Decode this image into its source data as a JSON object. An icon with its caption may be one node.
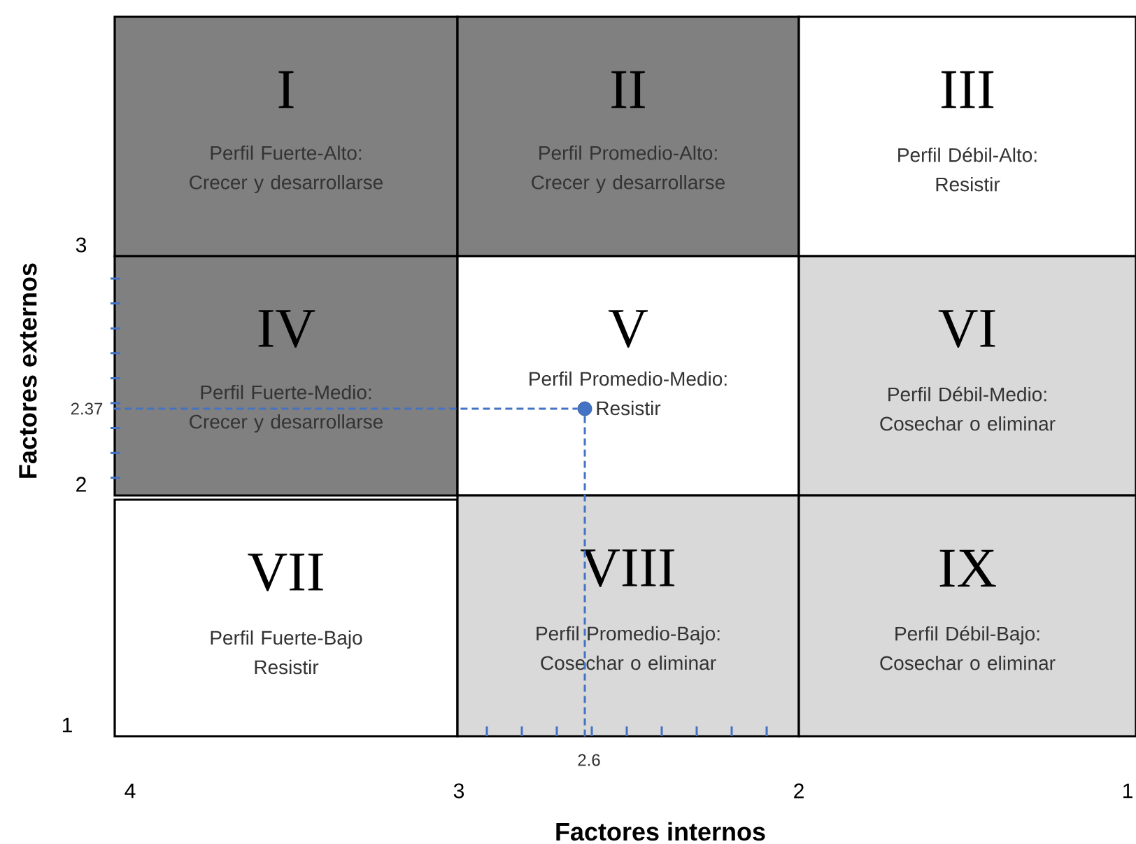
{
  "diagram": {
    "nodes": [
      {
        "text": [
          "I",
          "Perfil Fuerte-Alto: Crecer y desarrollarse"
        ]
      },
      {
        "text": [
          "II",
          "Perfil Promedio-Alto: Crecer y desarrollarse"
        ]
      },
      {
        "text": [
          "III",
          "Perfil Débil-Alto: Resistir"
        ]
      },
      {
        "text": [
          "IV",
          "Perfil Fuerte-Medio: Crecer y desarrollarse"
        ]
      },
      {
        "text": [
          "V",
          "Perfil Promedio-Medio: Resistir"
        ]
      },
      {
        "text": [
          "VI",
          "Perfil Débil-Medio: Cosechar o eliminar"
        ]
      },
      {
        "text": [
          "VII",
          "Perfil Fuerte-Bajo Resistir"
        ]
      },
      {
        "text": [
          "VIII",
          "Perfil Promedio-Bajo: Cosechar o eliminar"
        ]
      },
      {
        "text": [
          "IX",
          "Perfil Débil-Bajo: Cosechar o eliminar"
        ]
      },
      {
        "text": [],
        "shape": "circle",
        "in": 4
      }
    ],
    "edges": [
      {
        "from": 3,
        "to": 9,
        "arrow": "none",
        "style": "dashed"
      },
      {
        "from": 9,
        "to": 7,
        "arrow": "none",
        "style": "dashed"
      }
    ],
    "labels": [
      "Factores externos",
      "3",
      "2.37",
      "2",
      "1",
      "4",
      "3",
      "2.6",
      "2",
      "1",
      "Factores internos"
    ]
  }
}
